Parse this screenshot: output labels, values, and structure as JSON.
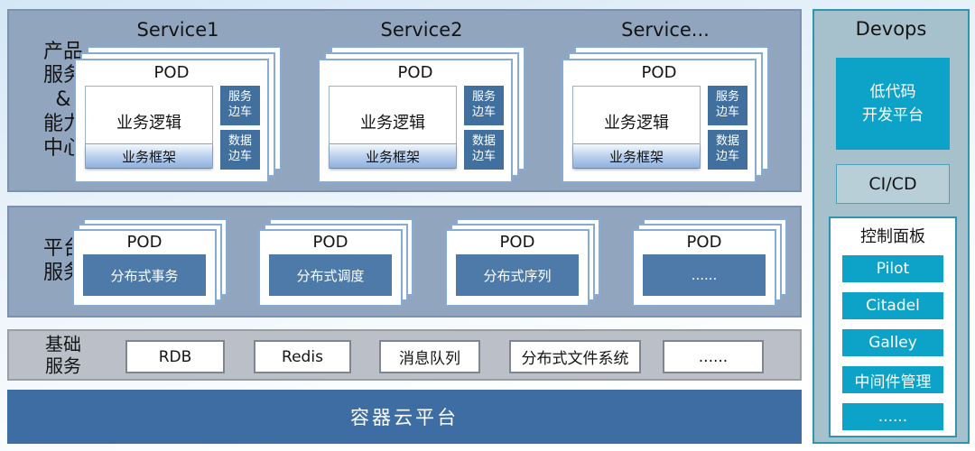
{
  "products": {
    "label": "产品\n服务\n&\n能力\n中心",
    "services": [
      {
        "title": "Service1",
        "pod_title": "POD",
        "logic": "业务逻辑",
        "framework": "业务框架",
        "sidecars": [
          "服务\n边车",
          "数据\n边车"
        ]
      },
      {
        "title": "Service2",
        "pod_title": "POD",
        "logic": "业务逻辑",
        "framework": "业务框架",
        "sidecars": [
          "服务\n边车",
          "数据\n边车"
        ]
      },
      {
        "title": "Service...",
        "pod_title": "POD",
        "logic": "业务逻辑",
        "framework": "业务框架",
        "sidecars": [
          "服务\n边车",
          "数据\n边车"
        ]
      }
    ]
  },
  "platform": {
    "label": "平台\n服务",
    "pods": [
      {
        "pod_title": "POD",
        "name": "分布式事务"
      },
      {
        "pod_title": "POD",
        "name": "分布式调度"
      },
      {
        "pod_title": "POD",
        "name": "分布式序列"
      },
      {
        "pod_title": "POD",
        "name": "......"
      }
    ]
  },
  "basic": {
    "label": "基础\n服务",
    "items": [
      "RDB",
      "Redis",
      "消息队列",
      "分布式文件系统",
      "......"
    ]
  },
  "cloud": {
    "label": "容器云平台"
  },
  "devops": {
    "title": "Devops",
    "lowcode_label": "低代码\n开发平台",
    "cicd_label": "CI/CD",
    "control_panel": {
      "title": "控制面板",
      "items": [
        "Pilot",
        "Citadel",
        "Galley",
        "中间件管理",
        "......"
      ]
    }
  },
  "colors": {
    "section_bg": "#91a5be",
    "section_border": "#7b91ae",
    "basic_bg": "#babfc8",
    "card_border": "#86abd4",
    "sidecar_bg": "#41709f",
    "platform_pod_bg": "#4d7aa8",
    "cloud_bar_bg": "#3d6da3",
    "devops_bg": "#a6c1cb",
    "devops_border": "#2f96b0",
    "accent_cyan": "#0da3c8"
  }
}
